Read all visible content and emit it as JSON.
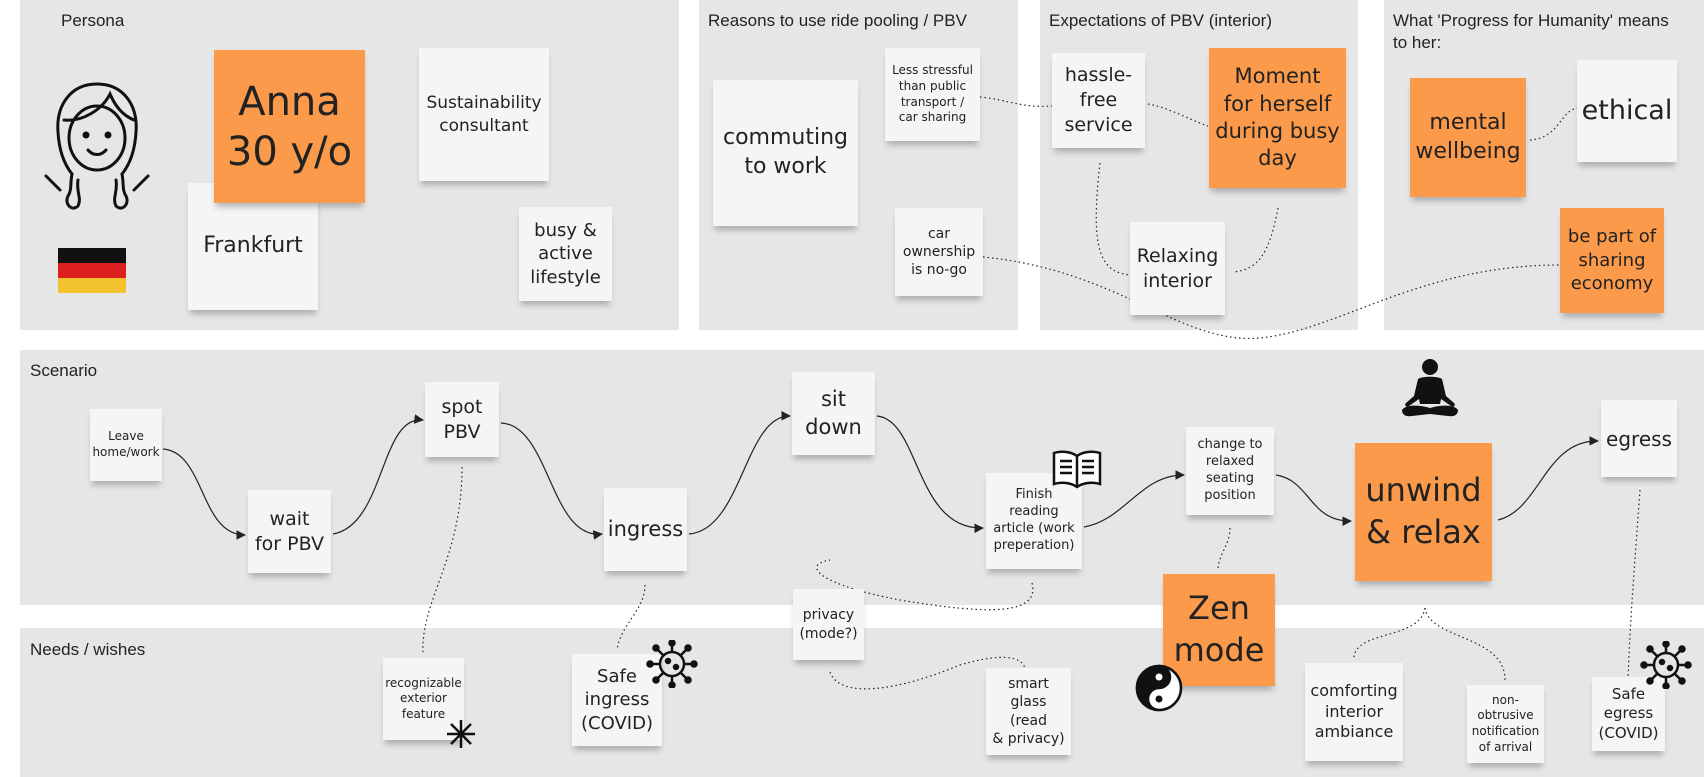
{
  "sections": {
    "persona": "Persona",
    "reasons": "Reasons to use ride pooling / PBV",
    "expectations": "Expectations of PBV (interior)",
    "progress": "What 'Progress for Humanity' means\nto her:",
    "scenario": "Scenario",
    "needs": "Needs / wishes"
  },
  "persona": {
    "name": "Anna\n30 y/o",
    "job": "Sustainability\nconsultant",
    "city": "Frankfurt",
    "lifestyle": "busy &\nactive\nlifestyle"
  },
  "reasons": {
    "commute": "commuting\nto work",
    "less_stressful": "Less stressful\nthan public\ntransport /\ncar sharing",
    "car_ownership": "car\nownership\nis no-go"
  },
  "expectations": {
    "hassle": "hassle-\nfree\nservice",
    "moment": "Moment\nfor herself\nduring busy\nday",
    "relaxing": "Relaxing\ninterior"
  },
  "progress": {
    "mental": "mental\nwellbeing",
    "ethical": "ethical",
    "sharing": "be part of\nsharing\neconomy"
  },
  "scenario": {
    "leave": "Leave\nhome/work",
    "wait": "wait\nfor PBV",
    "spot": "spot\nPBV",
    "ingress": "ingress",
    "sit": "sit\ndown",
    "finish": "Finish\nreading\narticle (work\npreperation)",
    "change": "change to\nrelaxed\nseating\nposition",
    "unwind": "unwind\n& relax",
    "egress": "egress",
    "zen": "Zen\nmode"
  },
  "needs": {
    "recognizable": "recognizable\nexterior\nfeature",
    "safe_ingress": "Safe\ningress\n(COVID)",
    "privacy": "privacy\n(mode?)",
    "smart_glass": "smart\nglass (read\n& privacy)",
    "comforting": "comforting\ninterior\nambiance",
    "non_obtrusive": "non-\nobtrusive\nnotification\nof arrival",
    "safe_egress": "Safe\negress\n(COVID)"
  },
  "colors": {
    "orange_note": "#fb9a4a",
    "white_note": "#f5f5f5",
    "frame": "#e6e6e6"
  },
  "icons": [
    "persona-avatar-icon",
    "germany-flag-icon",
    "book-icon",
    "meditation-icon",
    "virus-icon",
    "yin-yang-icon",
    "asterisk-icon"
  ]
}
